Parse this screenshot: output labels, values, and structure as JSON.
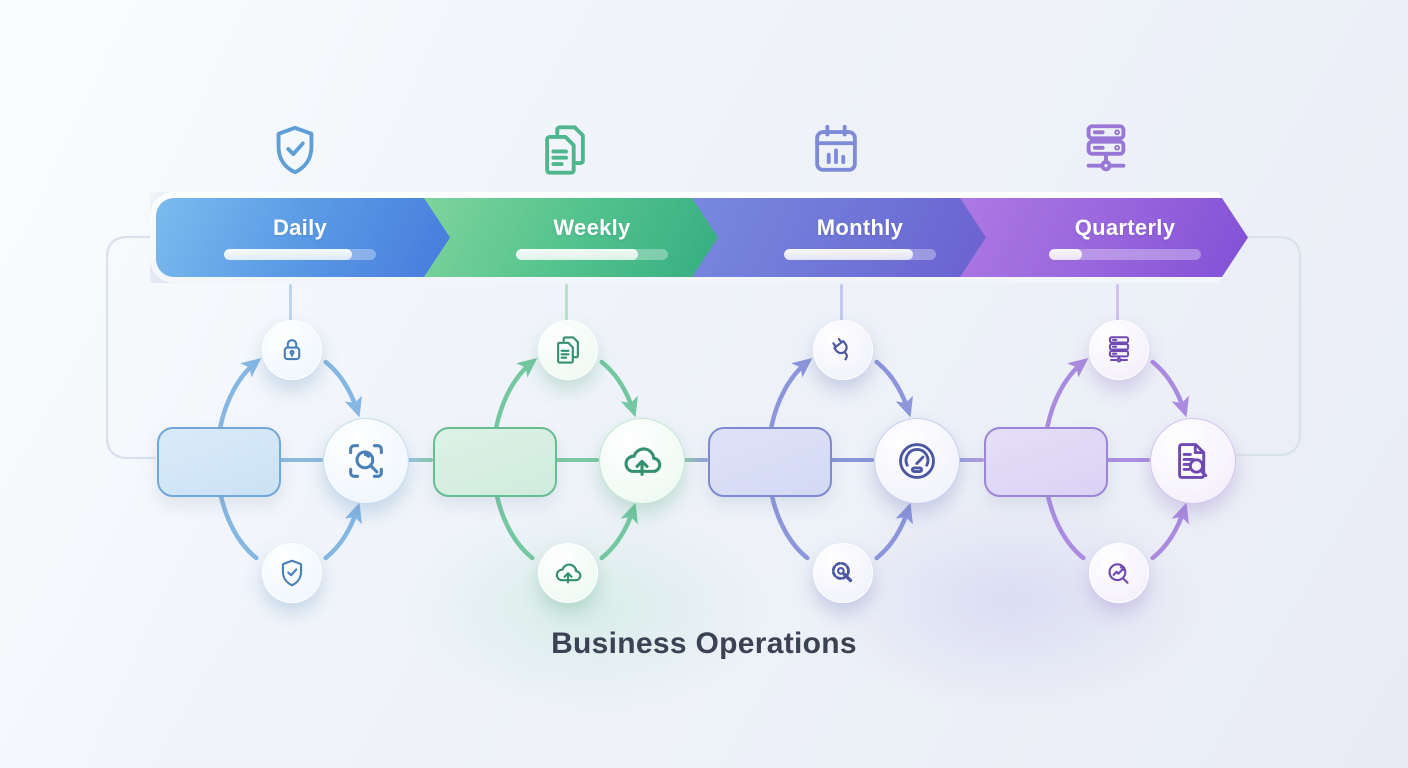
{
  "title": "Business Operations",
  "banner": {
    "segments": [
      {
        "id": "daily",
        "label": "Daily",
        "progress": 84,
        "icon": "shield-check-icon",
        "gradient": [
          "#7CBBEE",
          "#4577DC"
        ]
      },
      {
        "id": "weekly",
        "label": "Weekly",
        "progress": 80,
        "icon": "documents-icon",
        "gradient": [
          "#7ED49B",
          "#2EA87D"
        ]
      },
      {
        "id": "monthly",
        "label": "Monthly",
        "progress": 85,
        "icon": "calendar-chart-icon",
        "gradient": [
          "#7889E0",
          "#6A5BCE"
        ]
      },
      {
        "id": "quarterly",
        "label": "Quarterly",
        "progress": 22,
        "icon": "server-network-icon",
        "gradient": [
          "#AD79E4",
          "#7A4BD4"
        ]
      }
    ]
  },
  "flows": [
    {
      "id": "daily",
      "accent": "#4A80B8",
      "top_icon": "lock-icon",
      "main_icon": "scan-search-icon",
      "bottom_icon": "shield-check-icon"
    },
    {
      "id": "weekly",
      "accent": "#35906F",
      "top_icon": "documents-icon",
      "main_icon": "cloud-upload-icon",
      "bottom_icon": "cloud-upload-icon"
    },
    {
      "id": "monthly",
      "accent": "#4C57A4",
      "top_icon": "plug-icon",
      "main_icon": "gauge-icon",
      "bottom_icon": "gear-wrench-icon"
    },
    {
      "id": "quarterly",
      "accent": "#6F4AB2",
      "top_icon": "server-stack-icon",
      "main_icon": "document-search-icon",
      "bottom_icon": "chart-search-icon"
    }
  ],
  "background": "#EFF3F9"
}
